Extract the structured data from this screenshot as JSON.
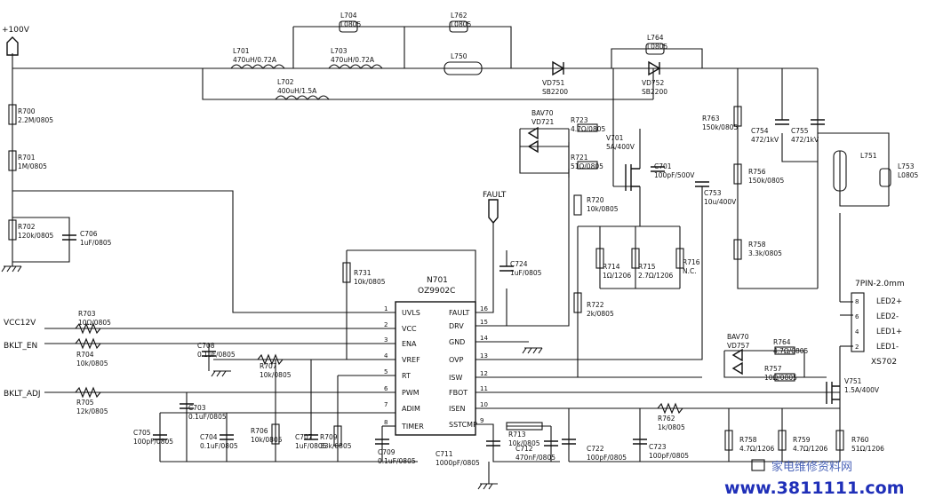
{
  "chip": {
    "ref": "N701",
    "part": "OZ9902C"
  },
  "pins_left": [
    {
      "num": "1",
      "name": "UVLS"
    },
    {
      "num": "2",
      "name": "VCC"
    },
    {
      "num": "3",
      "name": "ENA"
    },
    {
      "num": "4",
      "name": "VREF"
    },
    {
      "num": "5",
      "name": "RT"
    },
    {
      "num": "6",
      "name": "PWM"
    },
    {
      "num": "7",
      "name": "ADIM"
    },
    {
      "num": "8",
      "name": "TIMER"
    }
  ],
  "pins_right": [
    {
      "num": "16",
      "name": "FAULT"
    },
    {
      "num": "15",
      "name": "DRV"
    },
    {
      "num": "14",
      "name": "GND"
    },
    {
      "num": "13",
      "name": "OVP"
    },
    {
      "num": "12",
      "name": "ISW"
    },
    {
      "num": "11",
      "name": "FBOT"
    },
    {
      "num": "10",
      "name": "ISEN"
    },
    {
      "num": "9",
      "name": "SSTCMP"
    }
  ],
  "nets": {
    "v100": "+100V",
    "vcc": "VCC12V",
    "en": "BKLT_EN",
    "adj": "BKLT_ADJ",
    "fault": "FAULT"
  },
  "labels": [
    {
      "ref": "L704",
      "val": "L0805"
    },
    {
      "ref": "L762",
      "val": "L0805"
    },
    {
      "ref": "L764",
      "val": "L0805"
    },
    {
      "ref": "L701",
      "val": "470uH/0.72A"
    },
    {
      "ref": "L703",
      "val": "470uH/0.72A"
    },
    {
      "ref": "L750",
      "val": ""
    },
    {
      "ref": "L702",
      "val": "400uH/1.5A"
    },
    {
      "ref": "VD751",
      "val": "SB2200"
    },
    {
      "ref": "VD752",
      "val": "SB2200"
    },
    {
      "ref": "R700",
      "val": "2.2M/0805"
    },
    {
      "ref": "R701",
      "val": "1M/0805"
    },
    {
      "ref": "R702",
      "val": "120k/0805"
    },
    {
      "ref": "C706",
      "val": "1uF/0805"
    },
    {
      "ref": "BAV70",
      "val": "VD721"
    },
    {
      "ref": "R723",
      "val": "4.7Ω/0805"
    },
    {
      "ref": "R721",
      "val": "51Ω/0805"
    },
    {
      "ref": "V701",
      "val": "5A/400V"
    },
    {
      "ref": "C701",
      "val": "100pF/500V"
    },
    {
      "ref": "R763",
      "val": "150k/0805"
    },
    {
      "ref": "C754",
      "val": "472/1kV"
    },
    {
      "ref": "C755",
      "val": "472/1kV"
    },
    {
      "ref": "R756",
      "val": "150k/0805"
    },
    {
      "ref": "C753",
      "val": "10u/400V"
    },
    {
      "ref": "L751",
      "val": ""
    },
    {
      "ref": "L753",
      "val": "L0805"
    },
    {
      "ref": "R720",
      "val": "10k/0805"
    },
    {
      "ref": "R758",
      "val": "3.3k/0805"
    },
    {
      "ref": "C724",
      "val": "1uF/0805"
    },
    {
      "ref": "R731",
      "val": "10k/0805"
    },
    {
      "ref": "R714",
      "val": "1Ω/1206"
    },
    {
      "ref": "R715",
      "val": "2.7Ω/1206"
    },
    {
      "ref": "R716",
      "val": "N.C."
    },
    {
      "ref": "R722",
      "val": "2k/0805"
    },
    {
      "ref": "R703",
      "val": "10Ω/0805"
    },
    {
      "ref": "R704",
      "val": "10k/0805"
    },
    {
      "ref": "C708",
      "val": "0.1uF/0805"
    },
    {
      "ref": "R707",
      "val": "10k/0805"
    },
    {
      "ref": "R705",
      "val": "12k/0805"
    },
    {
      "ref": "C703",
      "val": "0.1uF/0805"
    },
    {
      "ref": "C705",
      "val": "100pF/0805"
    },
    {
      "ref": "C704",
      "val": "0.1uF/0805"
    },
    {
      "ref": "R706",
      "val": "10k/0805"
    },
    {
      "ref": "C707",
      "val": "1uF/0805"
    },
    {
      "ref": "R709",
      "val": "33k/0805"
    },
    {
      "ref": "C709",
      "val": "0.1uF/0805"
    },
    {
      "ref": "C711",
      "val": "1000pF/0805"
    },
    {
      "ref": "R713",
      "val": "10k/0805"
    },
    {
      "ref": "C712",
      "val": "470nF/0805"
    },
    {
      "ref": "C722",
      "val": "100pF/0805"
    },
    {
      "ref": "C723",
      "val": "100pF/0805"
    },
    {
      "ref": "R762",
      "val": "1k/0805"
    },
    {
      "ref": "R758",
      "val": "4.7Ω/1206"
    },
    {
      "ref": "R759",
      "val": "4.7Ω/1206"
    },
    {
      "ref": "R760",
      "val": "51Ω/1206"
    },
    {
      "ref": "BAV70",
      "val": "VD757"
    },
    {
      "ref": "R764",
      "val": "4.7Ω/0805"
    },
    {
      "ref": "R757",
      "val": "10Ω/0805"
    },
    {
      "ref": "V751",
      "val": "1.5A/400V"
    }
  ],
  "connector": {
    "title": "7PIN-2.0mm",
    "ref": "XS702",
    "pins": [
      "LED2+",
      "LED2-",
      "LED1+",
      "LED1-"
    ],
    "nums": [
      "8",
      "6",
      "4",
      "2"
    ]
  },
  "watermark": {
    "url": "www.3811111.com",
    "cn": "家电维修资料网"
  }
}
